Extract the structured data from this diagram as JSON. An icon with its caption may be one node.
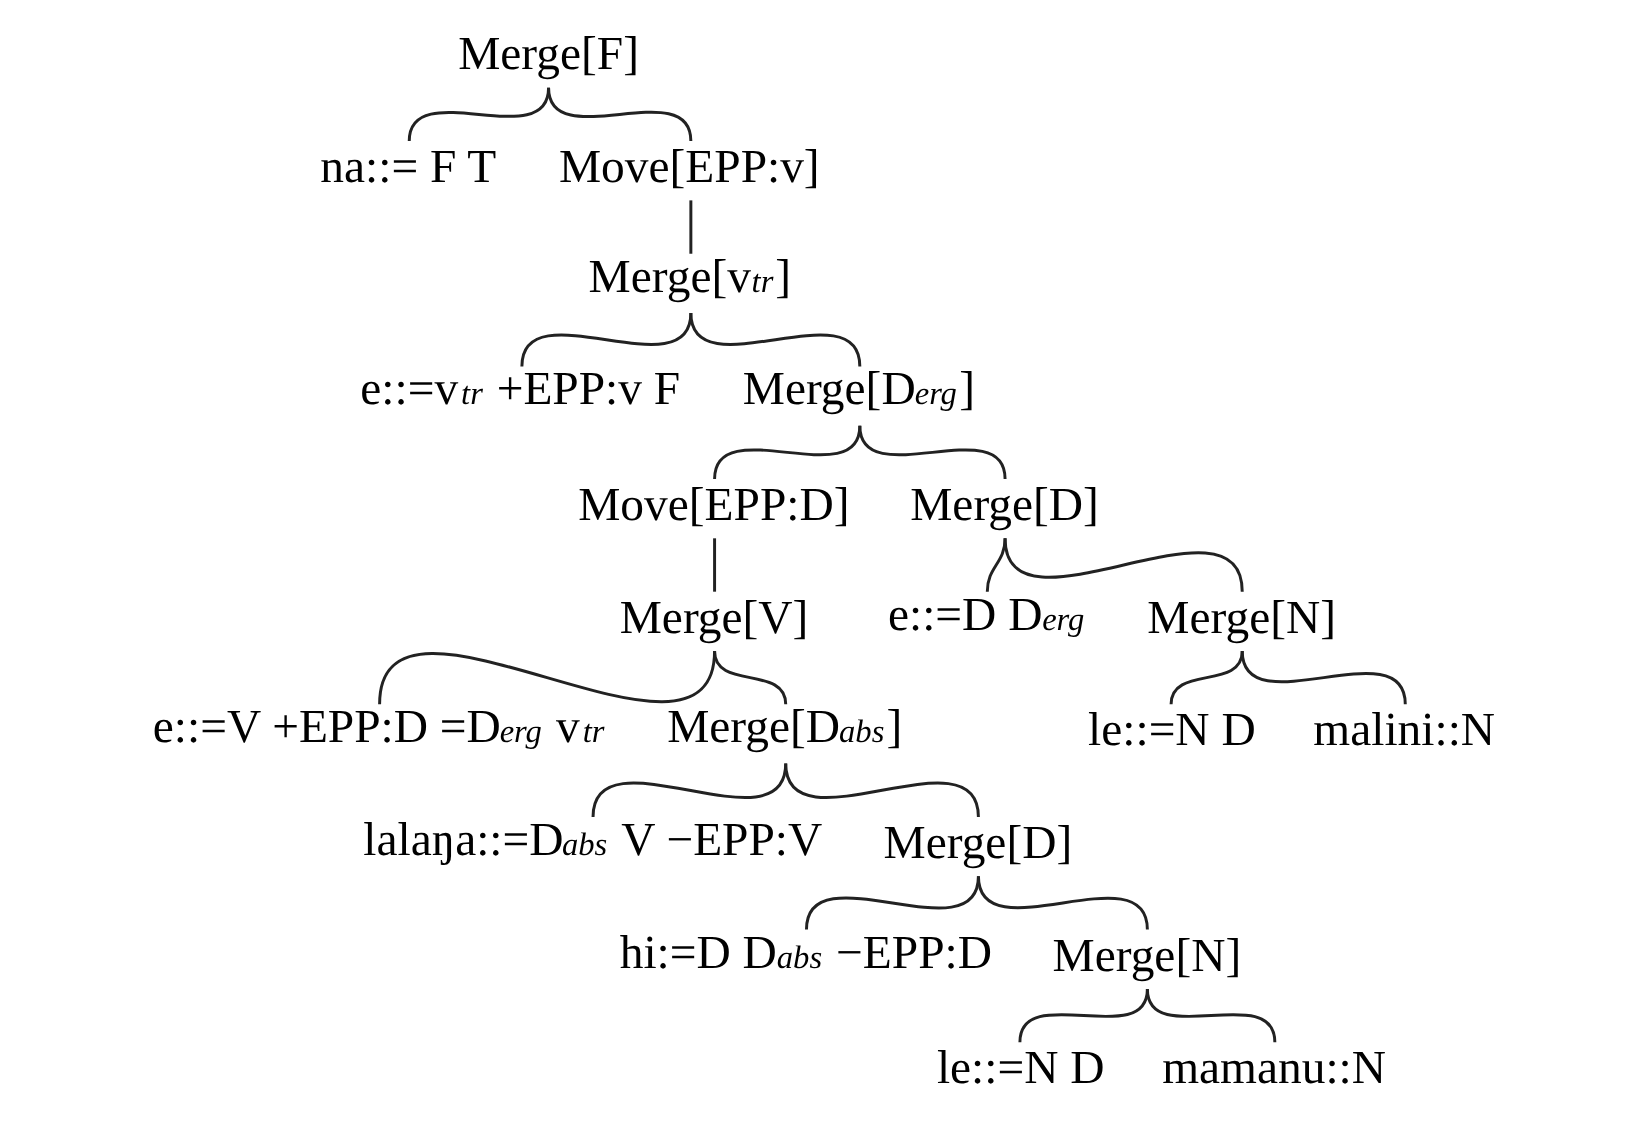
{
  "diagram": {
    "nodes": [
      {
        "text": [
          "Merge[F]"
        ]
      },
      {
        "text": [
          "na::= F T"
        ]
      },
      {
        "text": [
          "Move[EPP:v]"
        ]
      },
      {
        "text": [
          "Merge[v$_{tr}$]"
        ]
      },
      {
        "text": [
          "e::=v$_{tr}$ +EPP:v F"
        ]
      },
      {
        "text": [
          "Merge[D$_{erg}$]"
        ]
      },
      {
        "text": [
          "Move[EPP:D]"
        ]
      },
      {
        "text": [
          "Merge[D]"
        ]
      },
      {
        "text": [
          "Merge[V]"
        ]
      },
      {
        "text": [
          "e::=D D$_{erg}$"
        ]
      },
      {
        "text": [
          "Merge[N]"
        ]
      },
      {
        "text": [
          "e::=V +EPP:D =D$_{erg}$ v$_{tr}$"
        ]
      },
      {
        "text": [
          "Merge[D$_{abs}$]"
        ]
      },
      {
        "text": [
          "le::=N D"
        ]
      },
      {
        "text": [
          "malini::N"
        ]
      },
      {
        "text": [
          "lalaŋa::=D$_{abs}$ V −EPP:V"
        ]
      },
      {
        "text": [
          "Merge[D]"
        ]
      },
      {
        "text": [
          "hi:=D D$_{abs}$ −EPP:D"
        ]
      },
      {
        "text": [
          "Merge[N]"
        ]
      },
      {
        "text": [
          "le::=N D"
        ]
      },
      {
        "text": [
          "mamanu::N"
        ]
      }
    ],
    "edges": [
      {
        "from": 0,
        "to": 1,
        "arrow": "none"
      },
      {
        "from": 0,
        "to": 2,
        "arrow": "none"
      },
      {
        "from": 2,
        "to": 3,
        "arrow": "none"
      },
      {
        "from": 3,
        "to": 4,
        "arrow": "none"
      },
      {
        "from": 3,
        "to": 5,
        "arrow": "none"
      },
      {
        "from": 5,
        "to": 6,
        "arrow": "none"
      },
      {
        "from": 5,
        "to": 7,
        "arrow": "none"
      },
      {
        "from": 6,
        "to": 8,
        "arrow": "none"
      },
      {
        "from": 7,
        "to": 9,
        "arrow": "none"
      },
      {
        "from": 7,
        "to": 10,
        "arrow": "none"
      },
      {
        "from": 8,
        "to": 11,
        "arrow": "none"
      },
      {
        "from": 8,
        "to": 12,
        "arrow": "none"
      },
      {
        "from": 10,
        "to": 13,
        "arrow": "none"
      },
      {
        "from": 10,
        "to": 14,
        "arrow": "none"
      },
      {
        "from": 12,
        "to": 15,
        "arrow": "none"
      },
      {
        "from": 12,
        "to": 16,
        "arrow": "none"
      },
      {
        "from": 16,
        "to": 17,
        "arrow": "none"
      },
      {
        "from": 16,
        "to": 18,
        "arrow": "none"
      },
      {
        "from": 18,
        "to": 19,
        "arrow": "none"
      },
      {
        "from": 18,
        "to": 20,
        "arrow": "none"
      }
    ]
  }
}
